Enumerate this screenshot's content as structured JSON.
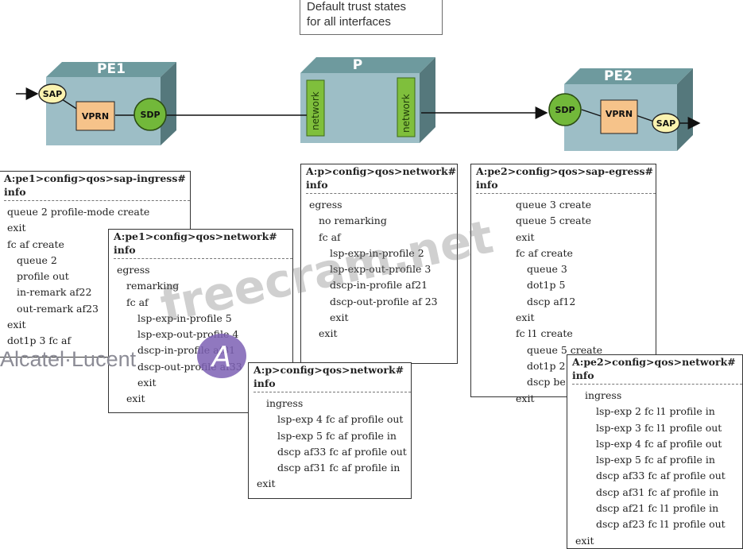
{
  "note": {
    "line1": "Default trust states",
    "line2": "for all interfaces"
  },
  "devices": {
    "pe1": {
      "name": "PE1",
      "sap": "SAP",
      "vprn": "VPRN",
      "sdp": "SDP"
    },
    "p": {
      "name": "P",
      "left_port": "network",
      "right_port": "network"
    },
    "pe2": {
      "name": "PE2",
      "sdp": "SDP",
      "vprn": "VPRN",
      "sap": "SAP"
    }
  },
  "watermark": "freecram.net",
  "brand": {
    "text": "Alcatel·Lucent",
    "logo_letter": "A"
  },
  "configs": [
    {
      "id": "pe1-sap-ingress",
      "header": "A:pe1>config>qos>sap-ingress# info",
      "lines": [
        {
          "t": "queue 2 profile-mode create",
          "i": 0
        },
        {
          "t": "exit",
          "i": 0
        },
        {
          "t": "fc af create",
          "i": 0
        },
        {
          "t": "queue 2",
          "i": 1
        },
        {
          "t": "profile out",
          "i": 1
        },
        {
          "t": "in-remark af22",
          "i": 1
        },
        {
          "t": "out-remark af23",
          "i": 1
        },
        {
          "t": "exit",
          "i": 0
        },
        {
          "t": "dot1p 3 fc af",
          "i": 0
        }
      ]
    },
    {
      "id": "pe1-network",
      "header": "A:pe1>config>qos>network# info",
      "lines": [
        {
          "t": "egress",
          "i": 0
        },
        {
          "t": "remarking",
          "i": 1
        },
        {
          "t": "fc af",
          "i": 1
        },
        {
          "t": "lsp-exp-in-profile 5",
          "i": 2
        },
        {
          "t": "lsp-exp-out-profile 4",
          "i": 2
        },
        {
          "t": "dscp-in-profile af31",
          "i": 2
        },
        {
          "t": "dscp-out-profile af33",
          "i": 2
        },
        {
          "t": "exit",
          "i": 2
        },
        {
          "t": "exit",
          "i": 1
        }
      ]
    },
    {
      "id": "p-network-egress",
      "header": "A:p>config>qos>network#",
      "header2": "info",
      "lines": [
        {
          "t": "egress",
          "i": 0
        },
        {
          "t": "no remarking",
          "i": 1
        },
        {
          "t": "fc af",
          "i": 1
        },
        {
          "t": "lsp-exp-in-profile 2",
          "i": 2
        },
        {
          "t": "lsp-exp-out-profile 3",
          "i": 2
        },
        {
          "t": "dscp-in-profile af21",
          "i": 2
        },
        {
          "t": "dscp-out-profile af 23",
          "i": 2
        },
        {
          "t": "exit",
          "i": 2
        },
        {
          "t": "exit",
          "i": 1
        }
      ]
    },
    {
      "id": "p-network-ingress",
      "header": "A:p>config>qos>network# info",
      "lines": [
        {
          "t": "ingress",
          "i": 1
        },
        {
          "t": "lsp-exp 4 fc af profile out",
          "i": 2
        },
        {
          "t": "lsp-exp 5 fc af profile in",
          "i": 2
        },
        {
          "t": "dscp af33 fc af profile out",
          "i": 2
        },
        {
          "t": "dscp af31 fc af profile in",
          "i": 2
        },
        {
          "t": "exit",
          "i": 0
        }
      ]
    },
    {
      "id": "pe2-sap-egress",
      "header": "A:pe2>config>qos>sap-egress# info",
      "lines": [
        {
          "t": "queue 3 create",
          "i": 3
        },
        {
          "t": "queue 5 create",
          "i": 3
        },
        {
          "t": "exit",
          "i": 3
        },
        {
          "t": "fc af create",
          "i": 3
        },
        {
          "t": "queue 3",
          "i": 4
        },
        {
          "t": "dot1p 5",
          "i": 4
        },
        {
          "t": "dscp af12",
          "i": 4
        },
        {
          "t": "exit",
          "i": 3
        },
        {
          "t": "fc l1 create",
          "i": 3
        },
        {
          "t": "queue 5 create",
          "i": 4
        },
        {
          "t": "dot1p 2",
          "i": 4
        },
        {
          "t": "dscp be",
          "i": 4
        },
        {
          "t": "exit",
          "i": 3
        }
      ]
    },
    {
      "id": "pe2-network",
      "header": "A:pe2>config>qos>network# info",
      "lines": [
        {
          "t": "ingress",
          "i": 1
        },
        {
          "t": "lsp-exp 2 fc l1 profile in",
          "i": 2
        },
        {
          "t": "lsp-exp 3 fc l1 profile out",
          "i": 2
        },
        {
          "t": "lsp-exp 4 fc af profile out",
          "i": 2
        },
        {
          "t": "lsp-exp 5 fc af profile in",
          "i": 2
        },
        {
          "t": "dscp af33 fc af profile out",
          "i": 2
        },
        {
          "t": "dscp af31 fc af profile in",
          "i": 2
        },
        {
          "t": "dscp af21 fc l1 profile in",
          "i": 2
        },
        {
          "t": "dscp af23 fc l1 profile out",
          "i": 2
        },
        {
          "t": "exit",
          "i": 0
        }
      ]
    }
  ]
}
